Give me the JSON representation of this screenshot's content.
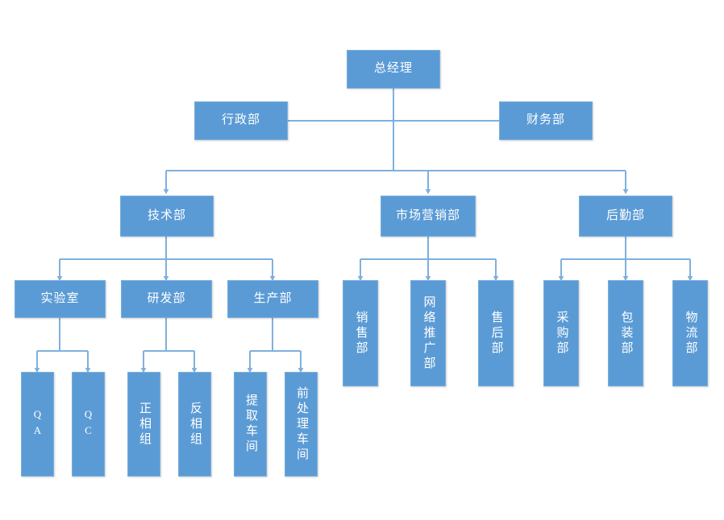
{
  "diagram": {
    "type": "organizational-chart",
    "title_text": "",
    "colors": {
      "node_fill": "#5B9BD5",
      "node_border": "#78AEDD",
      "connector": "#7FB0DE",
      "node_text": "#FFFFFF",
      "background": "#FFFFFF"
    },
    "nodes": {
      "general_manager": "总经理",
      "administration": "行政部",
      "finance": "财务部",
      "technology": "技术部",
      "marketing": "市场营销部",
      "logistics": "后勤部",
      "laboratory": "实验室",
      "rnd": "研发部",
      "production": "生产部",
      "qa": "QA",
      "qc": "QC",
      "normal_phase_group": "正相组",
      "reverse_phase_group": "反相组",
      "extraction_workshop": "提取车间",
      "pretreatment_workshop": "前处理车间",
      "sales": "销售部",
      "online_promotion": "网络推广部",
      "after_sales": "售后部",
      "purchasing": "采购部",
      "packaging": "包装部",
      "distribution": "物流部"
    }
  }
}
